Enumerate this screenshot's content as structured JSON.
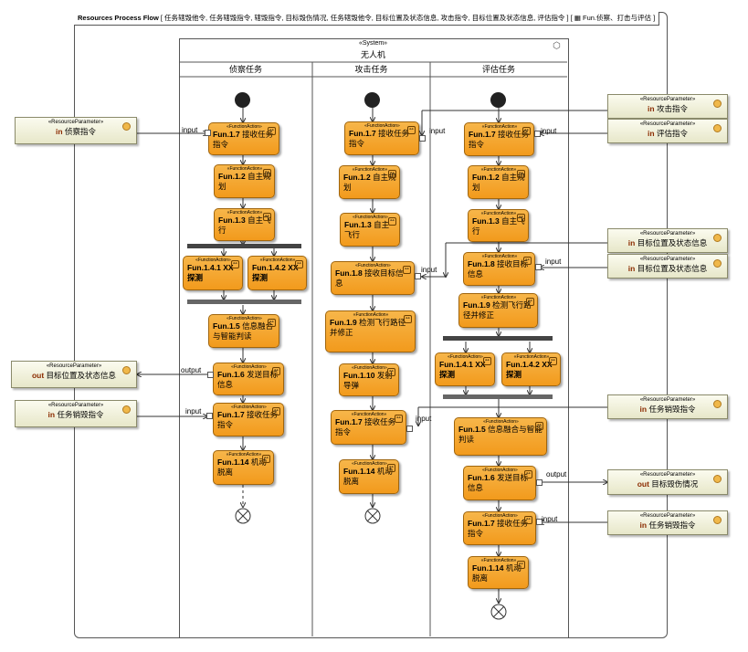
{
  "frame": {
    "title": "Resources Process Flow",
    "tab_rest": "[ 任务辖毁他令, 任务辖毁指令, 辖毁指令, 目标毁伤情况, 任务辖毁他令, 目标位置及状态信息, 攻击指令, 目标位置及状态信息, 评估指令 ] [",
    "tab_end": "Fun.侦察、打击与评估 ]"
  },
  "system": {
    "stereotype": "«System»",
    "name": "无人机",
    "icon": "⬡"
  },
  "lanes": [
    {
      "name": "侦察任务"
    },
    {
      "name": "攻击任务"
    },
    {
      "name": "评估任务"
    }
  ],
  "stereo": {
    "fa": "«FunctionAction»",
    "rp": "«ResourceParameter»"
  },
  "nodes": [
    {
      "code": "Fun.1.7",
      "text": "接收任务指令"
    },
    {
      "code": "Fun.1.2",
      "text": "自主规划"
    },
    {
      "code": "Fun.1.3",
      "text": "自主飞行"
    },
    {
      "code": "Fun.1.4.1",
      "text": "XX探测"
    },
    {
      "code": "Fun.1.4.2",
      "text": "XX探测"
    },
    {
      "code": "Fun.1.5",
      "text": "信息融合与智能判读"
    },
    {
      "code": "Fun.1.6",
      "text": "发送目标信息"
    },
    {
      "code": "Fun.1.7",
      "text": "接收任务指令"
    },
    {
      "code": "Fun.1.14",
      "text": "机动脱离"
    },
    {
      "code": "Fun.1.7",
      "text": "接收任务指令"
    },
    {
      "code": "Fun.1.2",
      "text": "自主规划"
    },
    {
      "code": "Fun.1.3",
      "text": "自主飞行"
    },
    {
      "code": "Fun.1.8",
      "text": "接收目标信息"
    },
    {
      "code": "Fun.1.9",
      "text": "检测飞行路径并修正"
    },
    {
      "code": "Fun.1.10",
      "text": "发射导弹"
    },
    {
      "code": "Fun.1.7",
      "text": "接收任务指令"
    },
    {
      "code": "Fun.1.14",
      "text": "机动脱离"
    },
    {
      "code": "Fun.1.7",
      "text": "接收任务指令"
    },
    {
      "code": "Fun.1.2",
      "text": "自主规划"
    },
    {
      "code": "Fun.1.3",
      "text": "自主飞行"
    },
    {
      "code": "Fun.1.8",
      "text": "接收目标信息"
    },
    {
      "code": "Fun.1.9",
      "text": "检测飞行路径并修正"
    },
    {
      "code": "Fun.1.4.1",
      "text": "XX探测"
    },
    {
      "code": "Fun.1.4.2",
      "text": "XX探测"
    },
    {
      "code": "Fun.1.5",
      "text": "信息融合与智能判读"
    },
    {
      "code": "Fun.1.6",
      "text": "发送目标信息"
    },
    {
      "code": "Fun.1.7",
      "text": "接收任务指令"
    },
    {
      "code": "Fun.1.14",
      "text": "机动脱离"
    }
  ],
  "params": [
    {
      "dir": "in",
      "name": "侦察指令"
    },
    {
      "dir": "out",
      "name": "目标位置及状态信息"
    },
    {
      "dir": "in",
      "name": "任务销毁指令"
    },
    {
      "dir": "in",
      "name": "攻击指令"
    },
    {
      "dir": "in",
      "name": "评估指令"
    },
    {
      "dir": "in",
      "name": "目标位置及状态信息"
    },
    {
      "dir": "in",
      "name": "目标位置及状态信息"
    },
    {
      "dir": "in",
      "name": "任务销毁指令"
    },
    {
      "dir": "out",
      "name": "目标毁伤情况"
    },
    {
      "dir": "in",
      "name": "任务销毁指令"
    }
  ],
  "pin_labels": {
    "input": "input",
    "output": "output"
  }
}
